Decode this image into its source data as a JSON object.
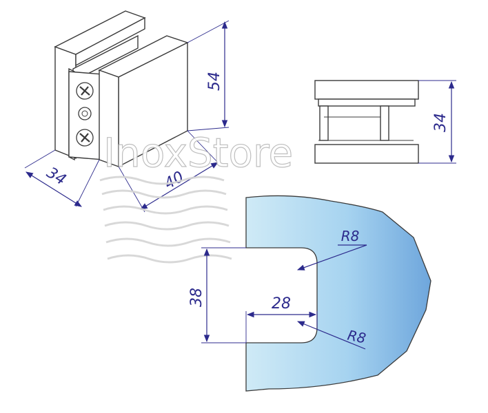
{
  "watermark": {
    "text": "InoxStore"
  },
  "iso_view": {
    "dim_height": "54",
    "dim_depth": "34",
    "dim_width": "40"
  },
  "side_view": {
    "dim_height": "34"
  },
  "cutout_view": {
    "dim_height": "38",
    "dim_width": "28",
    "radius_top": "R8",
    "radius_bottom": "R8"
  },
  "colors": {
    "dimension": "#2c2a8c",
    "glass_light": "#c9e8f4",
    "glass_dark": "#6fa6dc",
    "outline": "#3a3a3a"
  }
}
